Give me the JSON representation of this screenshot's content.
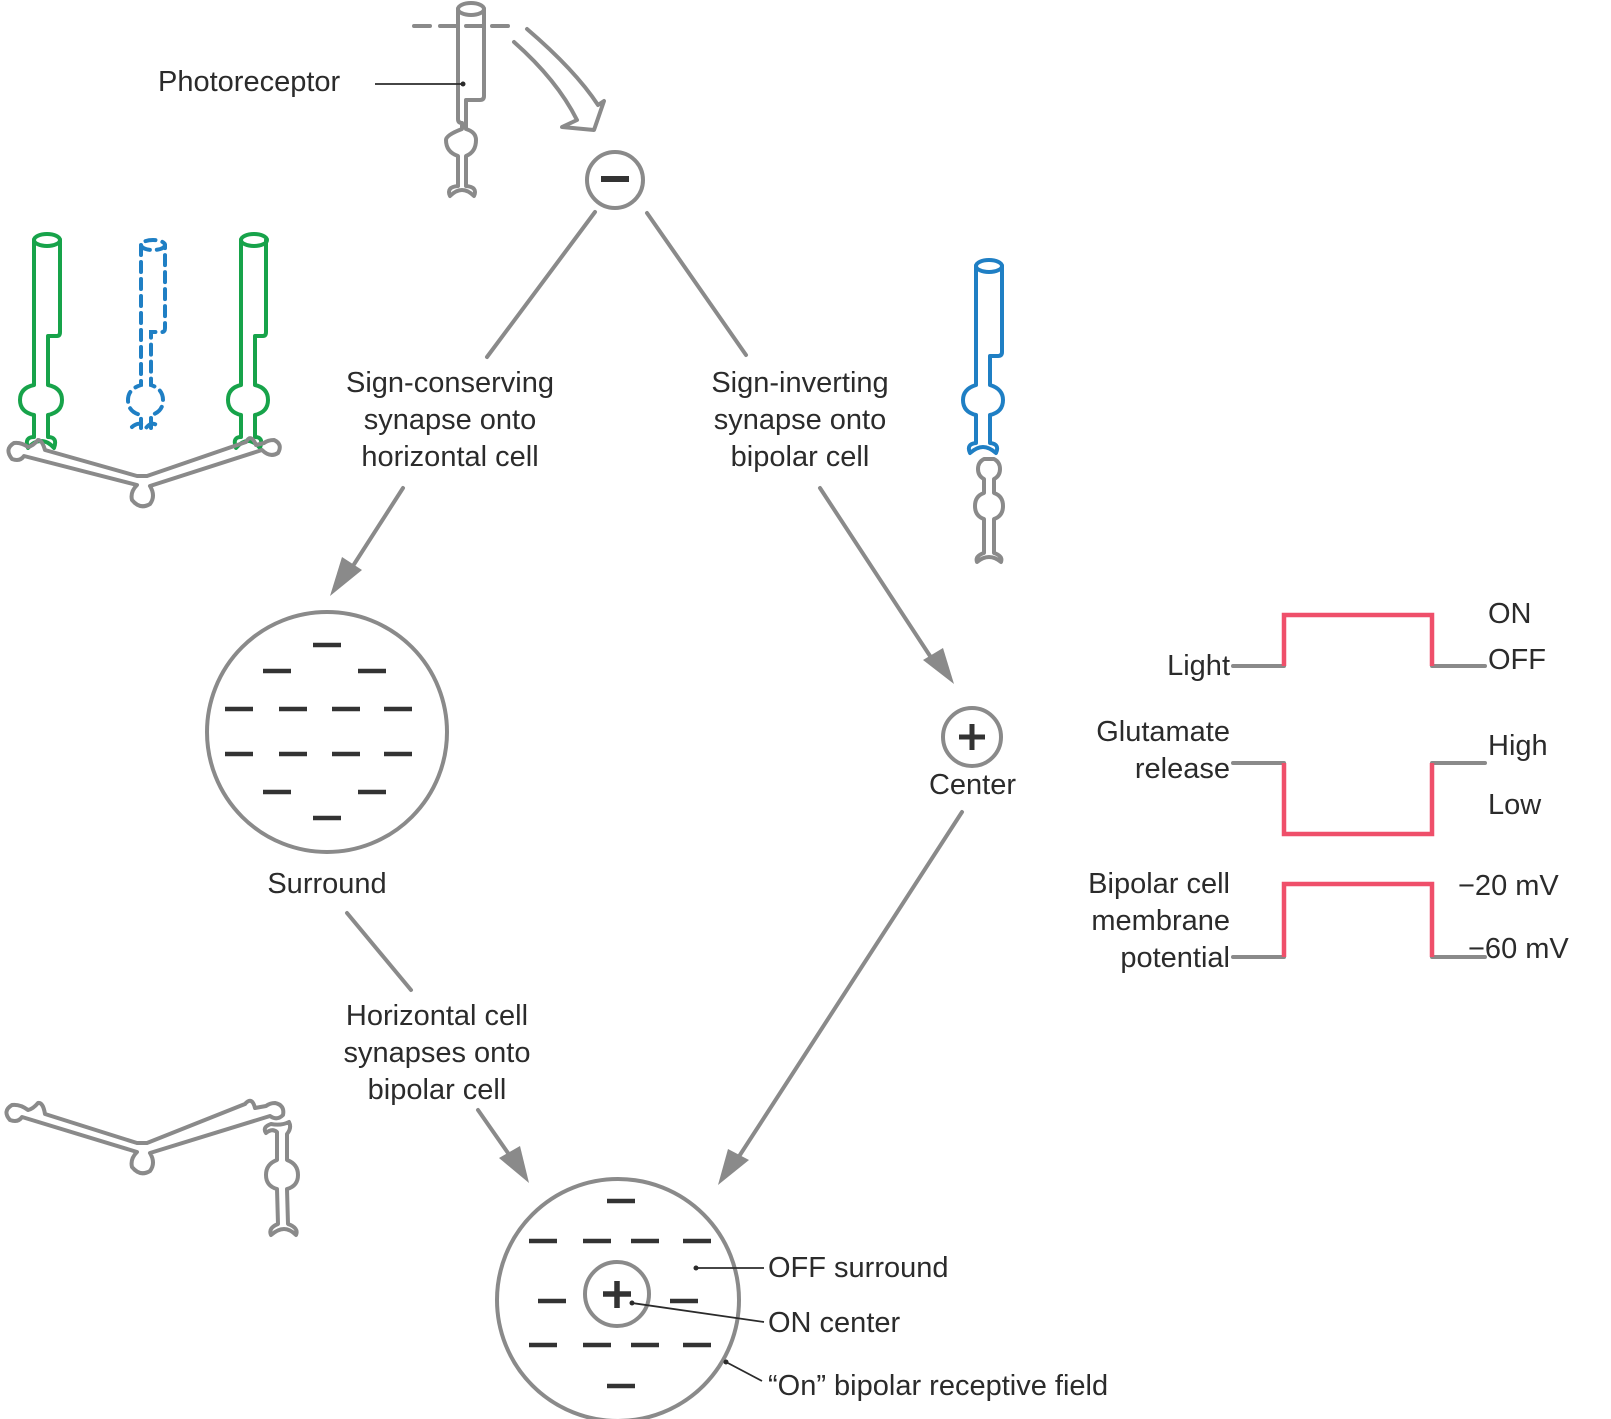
{
  "title": "ON bipolar cell receptive field formation",
  "colors": {
    "line_gray": "#8a8a8a",
    "cone_green": "#17a34a",
    "cone_blue": "#1f7fc4",
    "trace_red": "#ef4f6a",
    "text": "#2b2b2b"
  },
  "labels": {
    "photoreceptor": "Photoreceptor",
    "minus_sign": "−",
    "plus_sign": "+",
    "sign_conserving": [
      "Sign-conserving",
      "synapse onto",
      "horizontal cell"
    ],
    "sign_inverting": [
      "Sign-inverting",
      "synapse onto",
      "bipolar cell"
    ],
    "surround": "Surround",
    "center": "Center",
    "horizontal_synapses": [
      "Horizontal cell",
      "synapses onto",
      "bipolar cell"
    ],
    "off_surround": "OFF surround",
    "on_center": "ON center",
    "on_bipolar_field": "“On” bipolar receptive field"
  },
  "traces": [
    {
      "name": "Light",
      "label_lines": [
        "Light"
      ],
      "high_label": "ON",
      "low_label": "OFF",
      "during_stimulus": "high"
    },
    {
      "name": "Glutamate release",
      "label_lines": [
        "Glutamate",
        "release"
      ],
      "high_label": "High",
      "low_label": "Low",
      "during_stimulus": "low"
    },
    {
      "name": "Bipolar cell membrane potential",
      "label_lines": [
        "Bipolar cell",
        "membrane",
        "potential"
      ],
      "high_label": "−20 mV",
      "low_label": "−60 mV",
      "during_stimulus": "high"
    }
  ],
  "icons": {
    "photoreceptor_top": "rod-photoreceptor-icon",
    "cone_group": "cones-with-horizontal-cell-icon",
    "cone_bipolar": "cone-to-bipolar-icon",
    "horizontal_bipolar": "horizontal-to-bipolar-icon"
  }
}
